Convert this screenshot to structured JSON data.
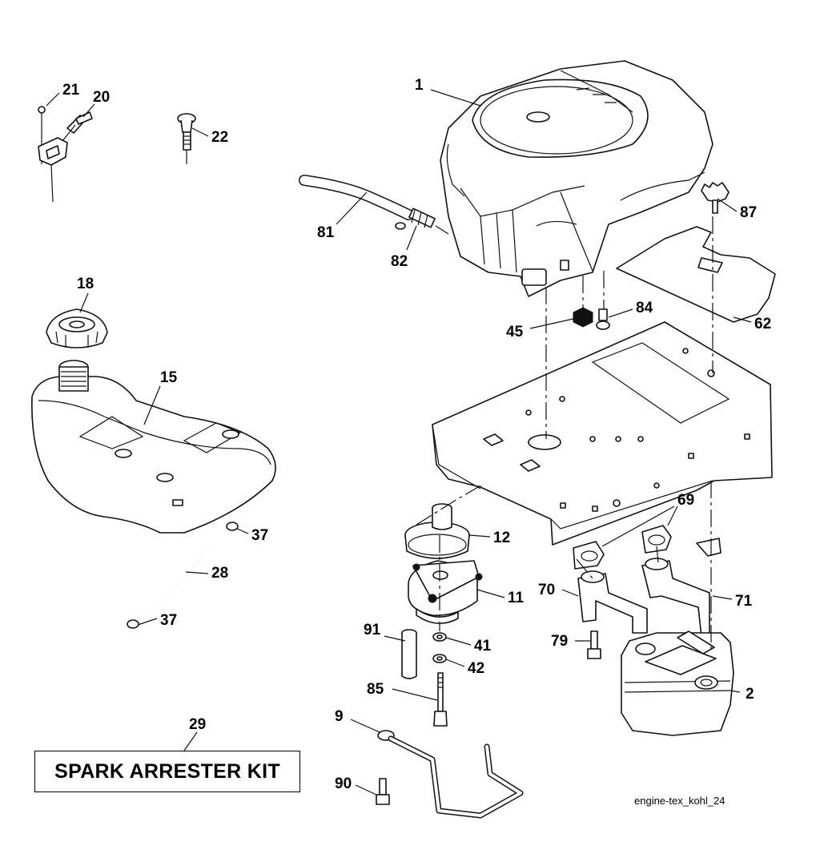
{
  "figure_id": "engine-tex_kohl_24",
  "spark_arrester_kit": {
    "ref": "29",
    "label": "SPARK ARRESTER KIT"
  },
  "callouts": {
    "engine": "1",
    "muffler": "2",
    "support_rod": "9",
    "clutch": "11",
    "pulley": "12",
    "fuel_tank": "15",
    "fuel_cap": "18",
    "throttle_cable": "20",
    "throttle_screw": "21",
    "choke_knob": "22",
    "fuel_hose": "28",
    "clamp_right": "37",
    "clamp_left": "37",
    "washer_upper": "41",
    "washer_lower": "42",
    "nut": "45",
    "heat_shield": "62",
    "gasket": "69",
    "exhaust_pipe_left": "70",
    "exhaust_pipe_right": "71",
    "pipe_bolt": "79",
    "fuel_line": "81",
    "fuel_filter": "82",
    "engine_bolt": "84",
    "clutch_bolt": "85",
    "oil_fill_cap": "87",
    "rod_bolt": "90",
    "spacer": "91"
  }
}
